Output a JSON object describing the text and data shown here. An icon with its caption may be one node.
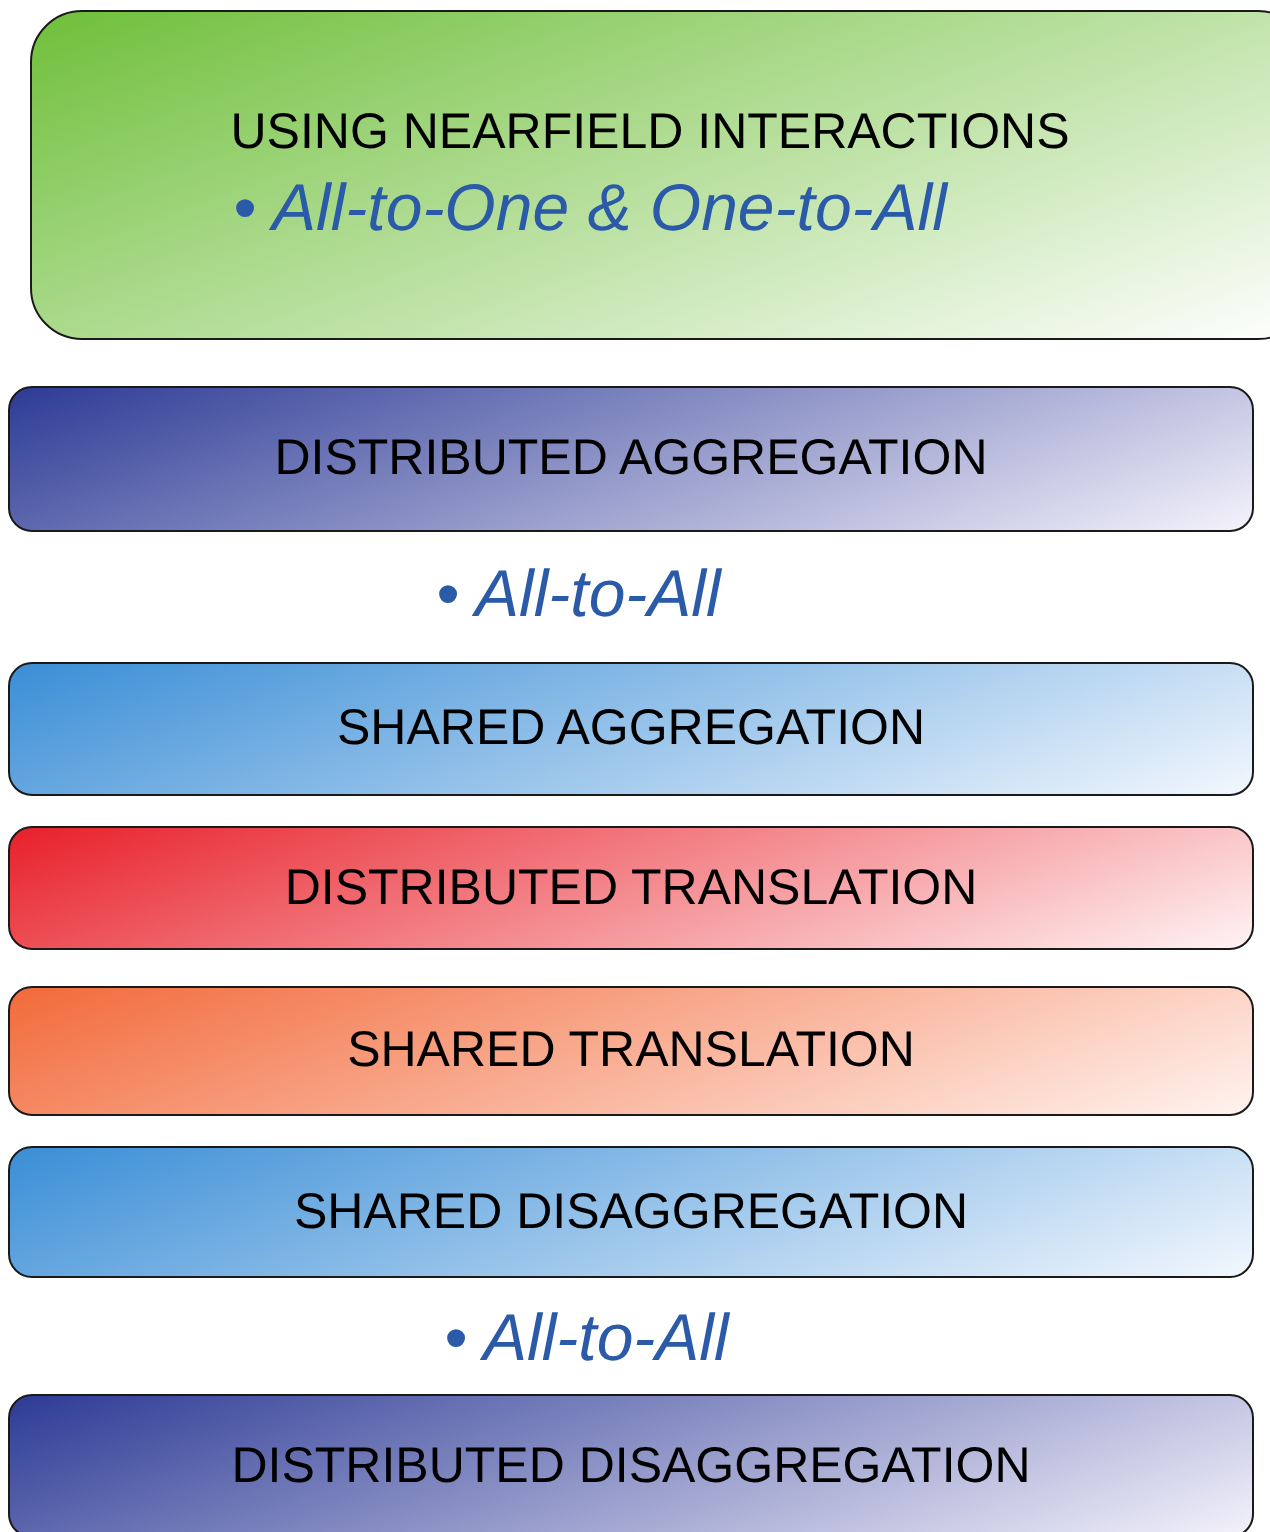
{
  "diagram": {
    "nodes": [
      {
        "text": [
          "USING NEARFIELD INTERACTIONS",
          "• All-to-One & One-to-All"
        ]
      },
      {
        "text": [
          "DISTRIBUTED AGGREGATION"
        ]
      },
      {
        "text": [
          "SHARED AGGREGATION"
        ]
      },
      {
        "text": [
          "DISTRIBUTED TRANSLATION"
        ]
      },
      {
        "text": [
          "SHARED TRANSLATION"
        ]
      },
      {
        "text": [
          "SHARED DISAGGREGATION"
        ]
      },
      {
        "text": [
          "DISTRIBUTED DISAGGREGATION"
        ]
      }
    ],
    "labels": [
      "• All-to-All",
      "• All-to-All"
    ]
  }
}
